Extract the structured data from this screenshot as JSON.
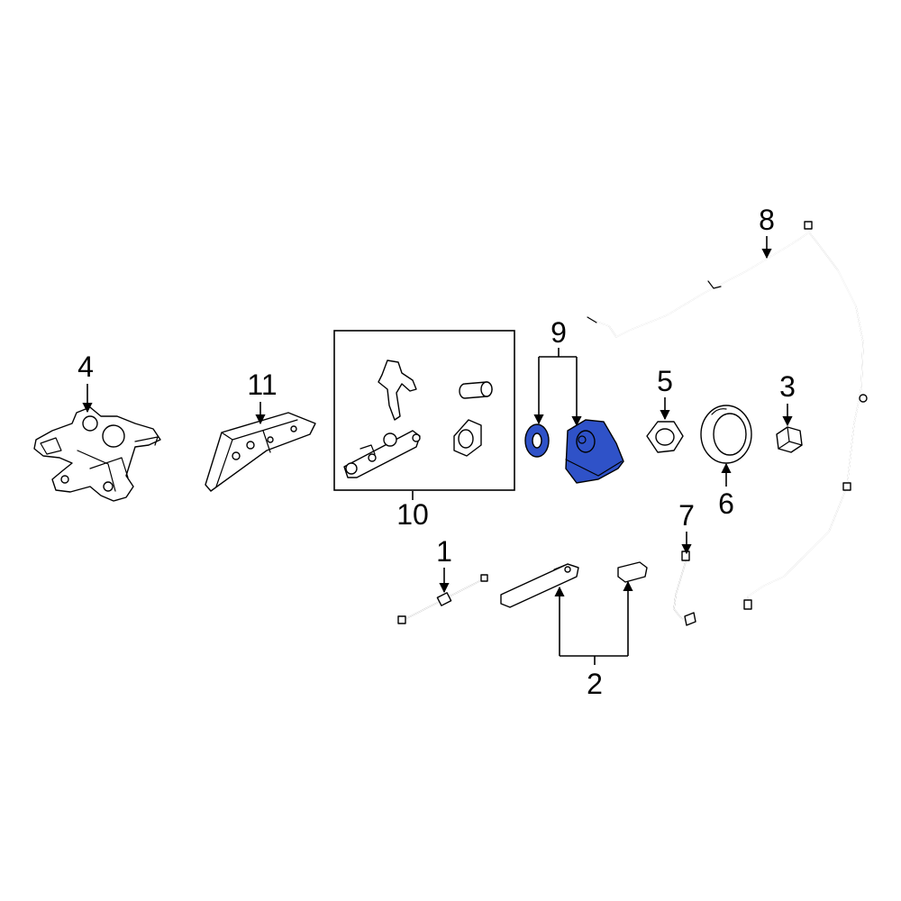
{
  "callouts": {
    "c1": "1",
    "c2": "2",
    "c3": "3",
    "c4": "4",
    "c5": "5",
    "c6": "6",
    "c7": "7",
    "c8": "8",
    "c9": "9",
    "c10": "10",
    "c11": "11"
  },
  "highlight_color": "#2f52c8",
  "highlighted_parts": [
    "9"
  ]
}
